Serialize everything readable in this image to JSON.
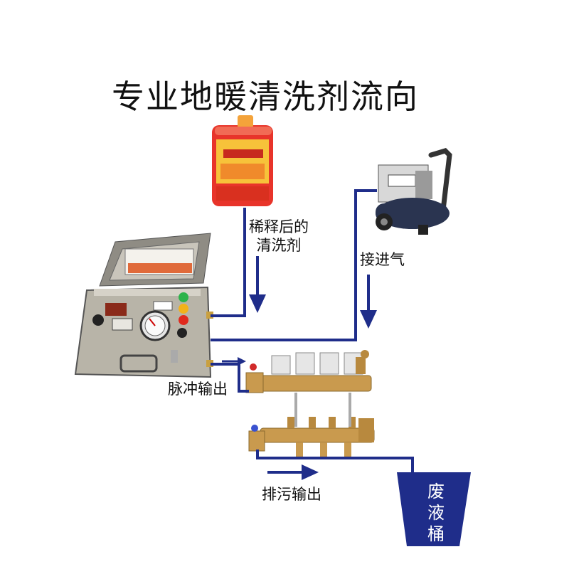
{
  "title": "专业地暖清洗剂流向",
  "labels": {
    "diluted_line1": "稀释后的",
    "diluted_line2": "清洗剂",
    "air_intake": "接进气",
    "pulse_output": "脉冲输出",
    "drain_output": "排污输出"
  },
  "waste_tank": {
    "line1": "废",
    "line2": "液",
    "line3": "桶"
  },
  "colors": {
    "flow": "#1f2d8a",
    "tank": "#1f2d8a",
    "cleaner_bottle": "#e8342a",
    "brass": "#c99a4e",
    "machine_case": "#b8b4a8",
    "compressor": "#2a3450"
  }
}
